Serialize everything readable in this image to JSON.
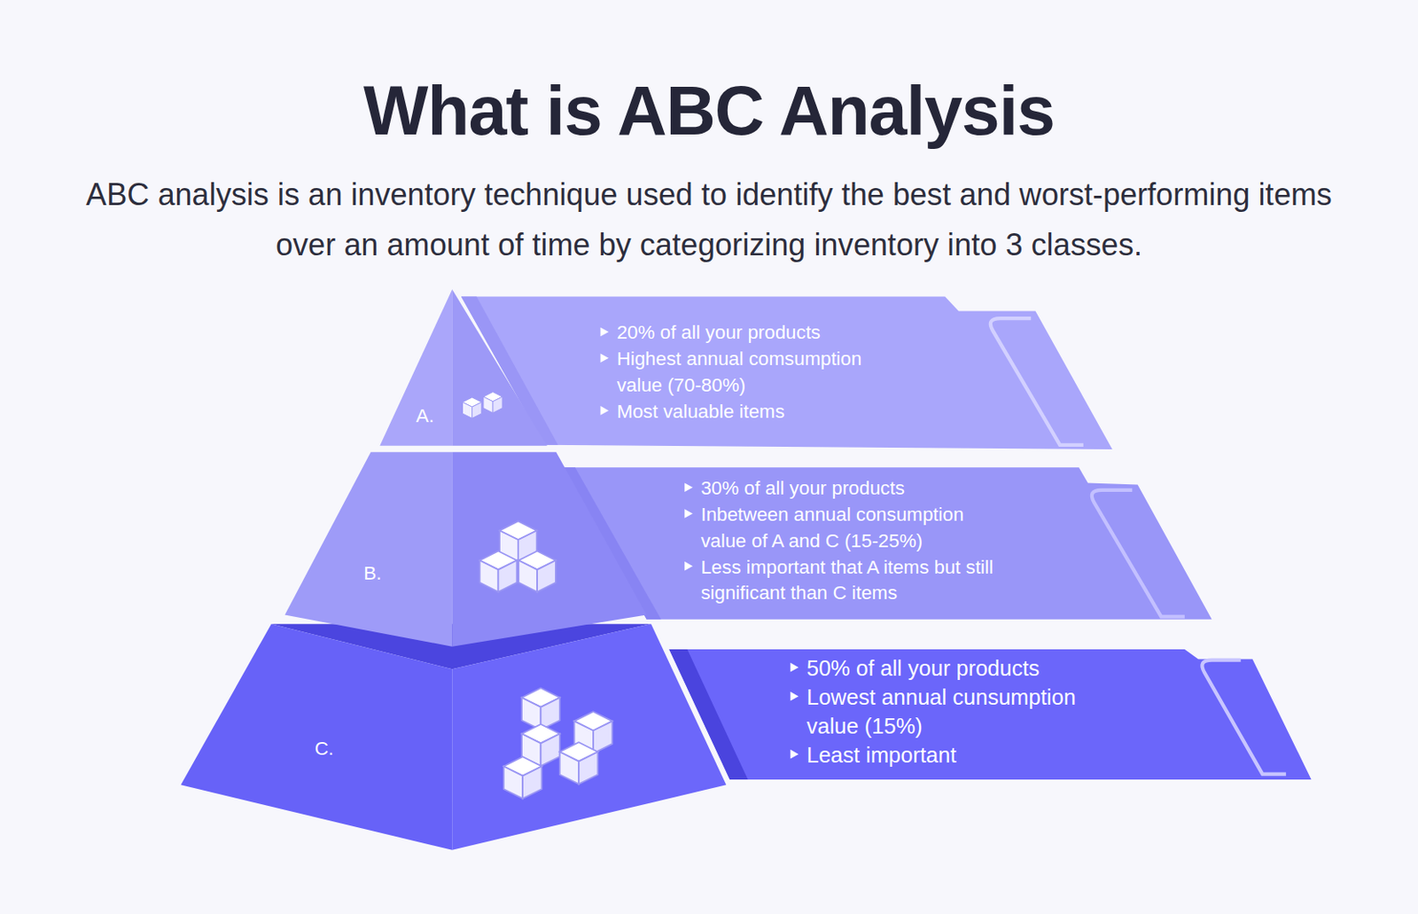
{
  "diagram": {
    "title": "What is ABC Analysis",
    "caption": "ABC analysis is an inventory technique used to identify the best and worst-performing items over an amount of time by categorizing inventory into 3 classes.",
    "nodes": [
      {
        "text": [
          "A."
        ]
      },
      {
        "text": [
          "20% of all your products",
          "Highest annual comsumption value (70-80%)",
          "Most valuable items"
        ]
      },
      {
        "text": [
          "B."
        ]
      },
      {
        "text": [
          "30% of all your products",
          "Inbetween annual consumption value of A and C (15-25%)",
          "Less important that A items but still significant than C items"
        ]
      },
      {
        "text": [
          "C."
        ]
      },
      {
        "text": [
          "50% of all your products",
          "Lowest annual cunsumption value (15%)",
          "Least important"
        ]
      }
    ]
  }
}
